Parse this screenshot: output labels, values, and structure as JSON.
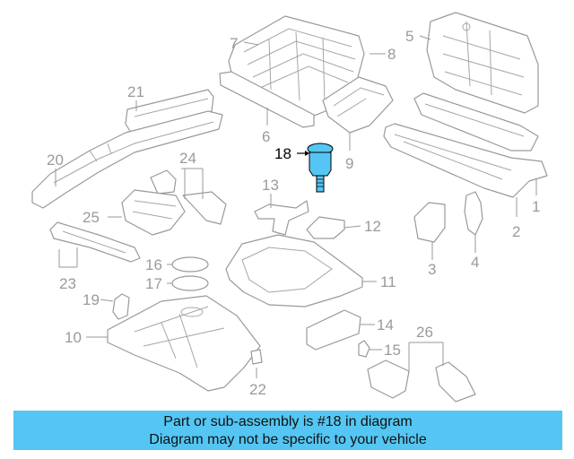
{
  "diagram": {
    "highlight_color": "#55c6f3",
    "callouts": {
      "c1": "1",
      "c2": "2",
      "c3": "3",
      "c4": "4",
      "c5": "5",
      "c6": "6",
      "c7": "7",
      "c8": "8",
      "c9": "9",
      "c10": "10",
      "c11": "11",
      "c12": "12",
      "c13": "13",
      "c14": "14",
      "c15": "15",
      "c16": "16",
      "c17": "17",
      "c18": "18",
      "c19": "19",
      "c20": "20",
      "c21": "21",
      "c22": "22",
      "c23": "23",
      "c24": "24",
      "c25": "25",
      "c26": "26"
    }
  },
  "caption": {
    "line1": "Part or sub-assembly is #18 in diagram",
    "line2": "Diagram may not be specific to your vehicle",
    "background": "#55c6f3"
  }
}
